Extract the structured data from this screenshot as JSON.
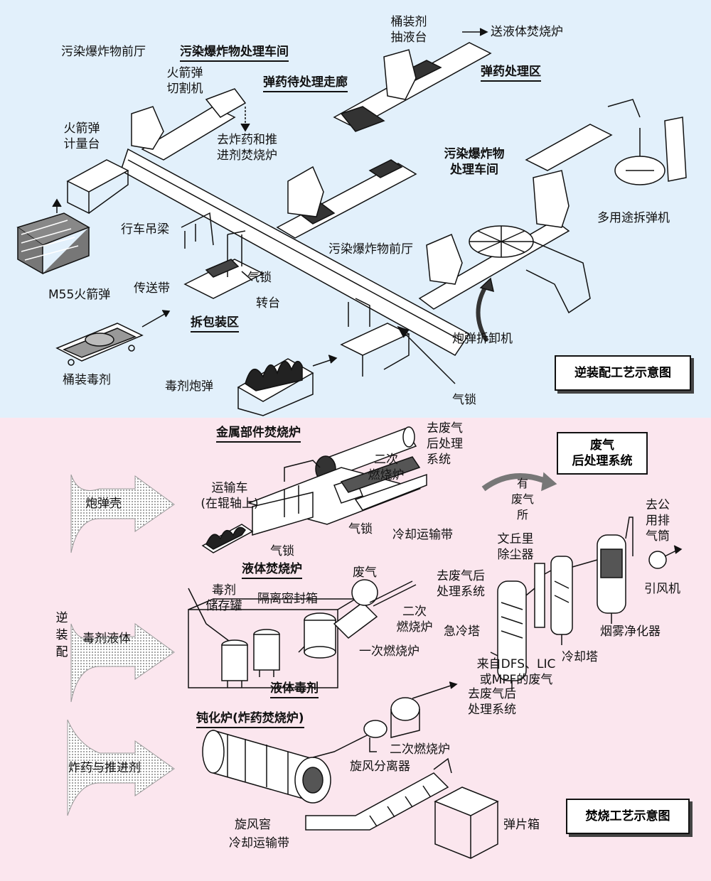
{
  "top": {
    "title_box": "逆装配工艺示意图",
    "labels": {
      "front_hall_1": "污染爆炸物前厅",
      "workshop_1": "污染爆炸物处理车间",
      "rocket_cut": "火箭弹\n切割机",
      "rocket_meter": "火箭弹\n计量台",
      "to_furnace": "去炸药和推\n进剂焚烧炉",
      "drum_pump": "桶装剂\n抽液台",
      "to_liquid": "送液体焚烧炉",
      "corridor": "弹药待处理走廊",
      "ammo_area": "弹药处理区",
      "workshop_2": "污染爆炸物\n处理车间",
      "multi_machine": "多用途拆弹机",
      "crane": "行车吊梁",
      "m55": "M55火箭弹",
      "conveyor": "传送带",
      "airlock_1": "气锁",
      "turntable": "转台",
      "unpack": "拆包装区",
      "front_hall_2": "污染爆炸物前厅",
      "shell_machine": "炮弹拆卸机",
      "drum_agent": "桶装毒剂",
      "toxic_shell": "毒剂炮弹",
      "airlock_2": "气锁"
    }
  },
  "bottom": {
    "title_box": "焚烧工艺示意图",
    "gas_box": "废气\n后处理系统",
    "reverse": "逆\n装\n配",
    "arrows": [
      "炮弹壳",
      "毒剂液体",
      "炸药与推进剂"
    ],
    "labels": {
      "metal_furnace": "金属部件焚烧炉",
      "to_gas_1": "去废气\n后处理\n系统",
      "secondary_1": "二次\n燃烧炉",
      "cart": "运输车\n(在辊轴上)",
      "airlock_a": "气锁",
      "airlock_b": "气锁",
      "cool_belt_1": "冷却运输带",
      "liquid_furnace": "液体焚烧炉",
      "storage": "毒剂\n储存罐",
      "sealed_box": "隔离密封箱",
      "waste_gas": "废气",
      "to_gas_2": "去废气后\n处理系统",
      "secondary_2": "二次\n燃烧炉",
      "primary": "一次燃烧炉",
      "liquid_agent": "液体毒剂",
      "waste_gas_curve": "有\n废气\n所",
      "venturi": "文丘里\n除尘器",
      "to_stack": "去公\n用排\n气筒",
      "fan": "引风机",
      "quench": "急冷塔",
      "smoke": "烟雾净化器",
      "cool_tower": "冷却塔",
      "from_dfs": "来自DFS、LIC\n或MPF的废气",
      "passivation": "钝化炉(炸药焚烧炉)",
      "to_gas_3": "去废气后\n处理系统",
      "secondary_3": "二次燃烧炉",
      "cyclone_sep": "旋风分离器",
      "rotary_kiln": "旋风窖",
      "cool_belt_2": "冷却运输带",
      "shrapnel_box": "弹片箱"
    }
  }
}
